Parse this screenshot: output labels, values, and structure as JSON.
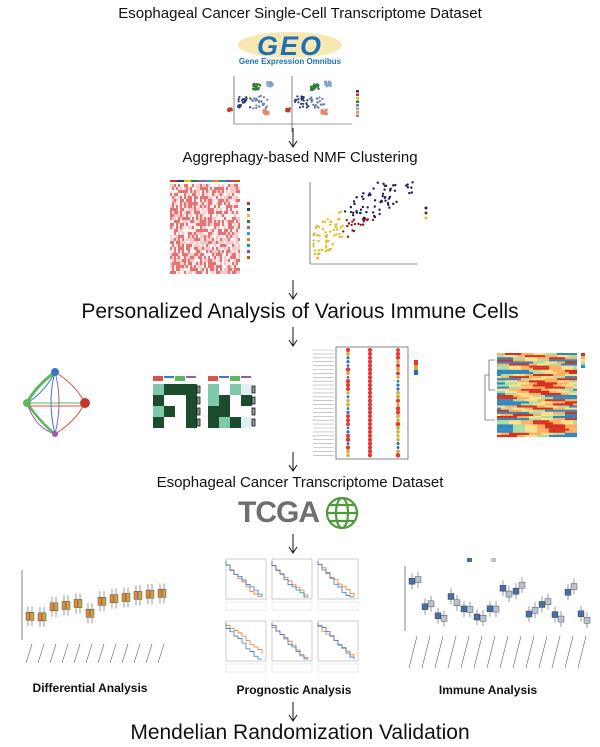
{
  "steps": {
    "geo_dataset": "Esophageal Cancer Single-Cell Transcriptome Dataset",
    "nmf": "Aggrephagy-based NMF Clustering",
    "immune_cells": "Personalized Analysis of Various Immune Cells",
    "tcga_dataset": "Esophageal Cancer Transcriptome Dataset",
    "mr": "Mendelian Randomization Validation"
  },
  "logos": {
    "geo_main": "GEO",
    "geo_sub": "Gene Expression Omnibus",
    "tcga": "TCGA"
  },
  "analyses": {
    "differential": "Differential Analysis",
    "prognostic": "Prognostic Analysis",
    "immune": "Immune Analysis"
  },
  "colors": {
    "geo_blue": "#1f6fb5",
    "geo_gold": "#e8b923",
    "tcga_green": "#4e9a3a",
    "tcga_gray": "#6d6e70"
  }
}
